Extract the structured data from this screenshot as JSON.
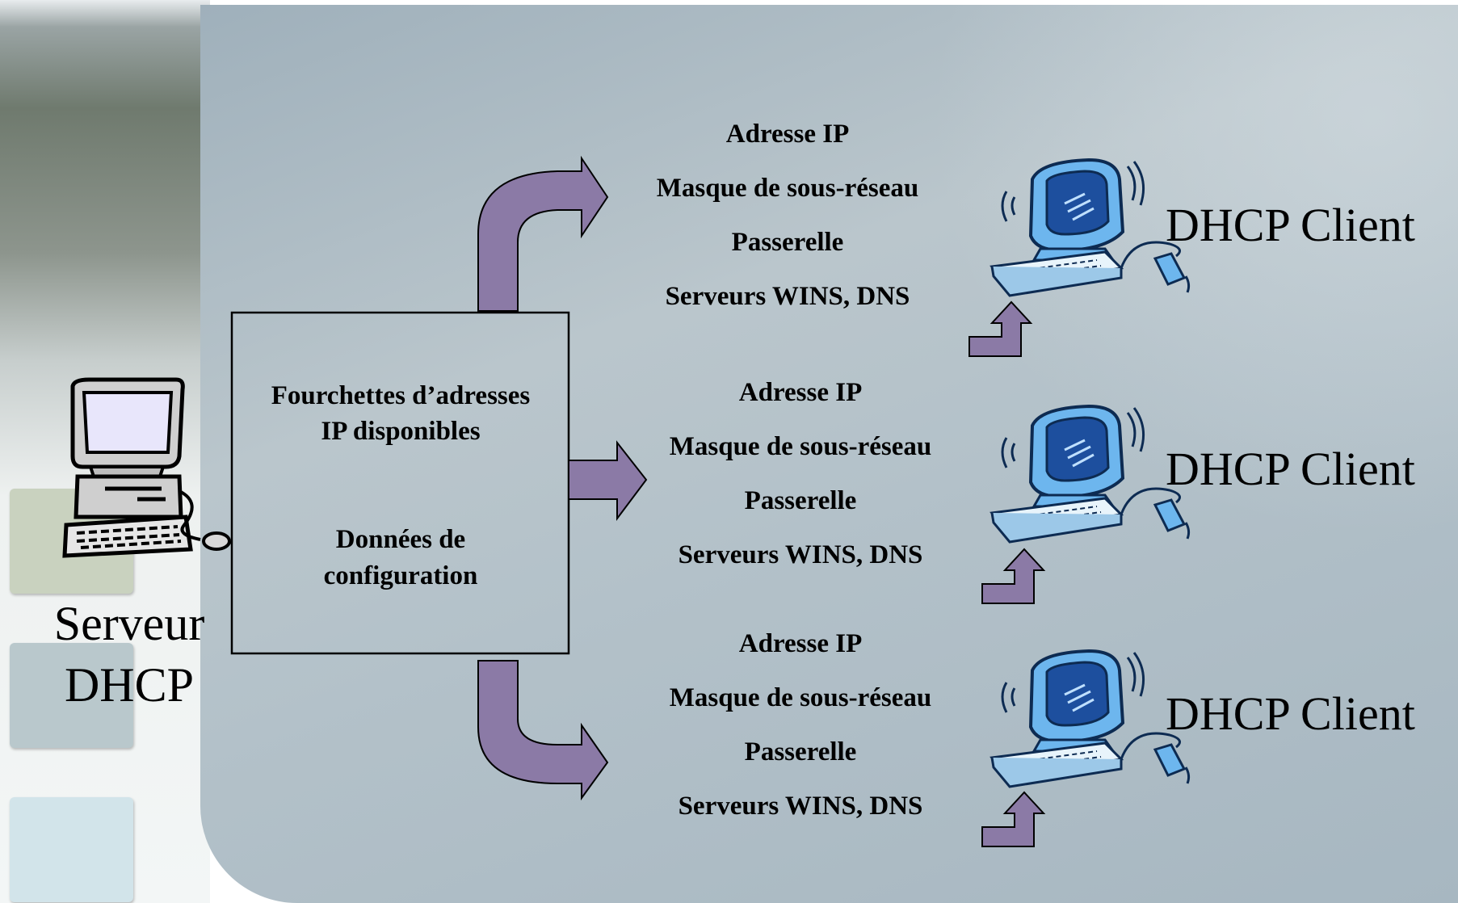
{
  "server": {
    "label_line1": "Serveur",
    "label_line2": "DHCP"
  },
  "scope_box": {
    "line1": "Fourchettes d’adresses",
    "line2": "IP disponibles",
    "line3": "Données de",
    "line4": "configuration"
  },
  "leases": [
    {
      "items": [
        "Adresse IP",
        "Masque de sous-réseau",
        "Passerelle",
        "Serveurs WINS, DNS"
      ]
    },
    {
      "items": [
        "Adresse IP",
        "Masque de sous-réseau",
        "Passerelle",
        "Serveurs WINS, DNS"
      ]
    },
    {
      "items": [
        "Adresse IP",
        "Masque de sous-réseau",
        "Passerelle",
        "Serveurs WINS, DNS"
      ]
    }
  ],
  "clients": [
    {
      "label": "DHCP Client"
    },
    {
      "label": "DHCP Client"
    },
    {
      "label": "DHCP Client"
    }
  ],
  "colors": {
    "arrow_fill": "#8b7aa6",
    "client_blue": "#3c8fd8",
    "server_gray": "#cfcfcf"
  }
}
